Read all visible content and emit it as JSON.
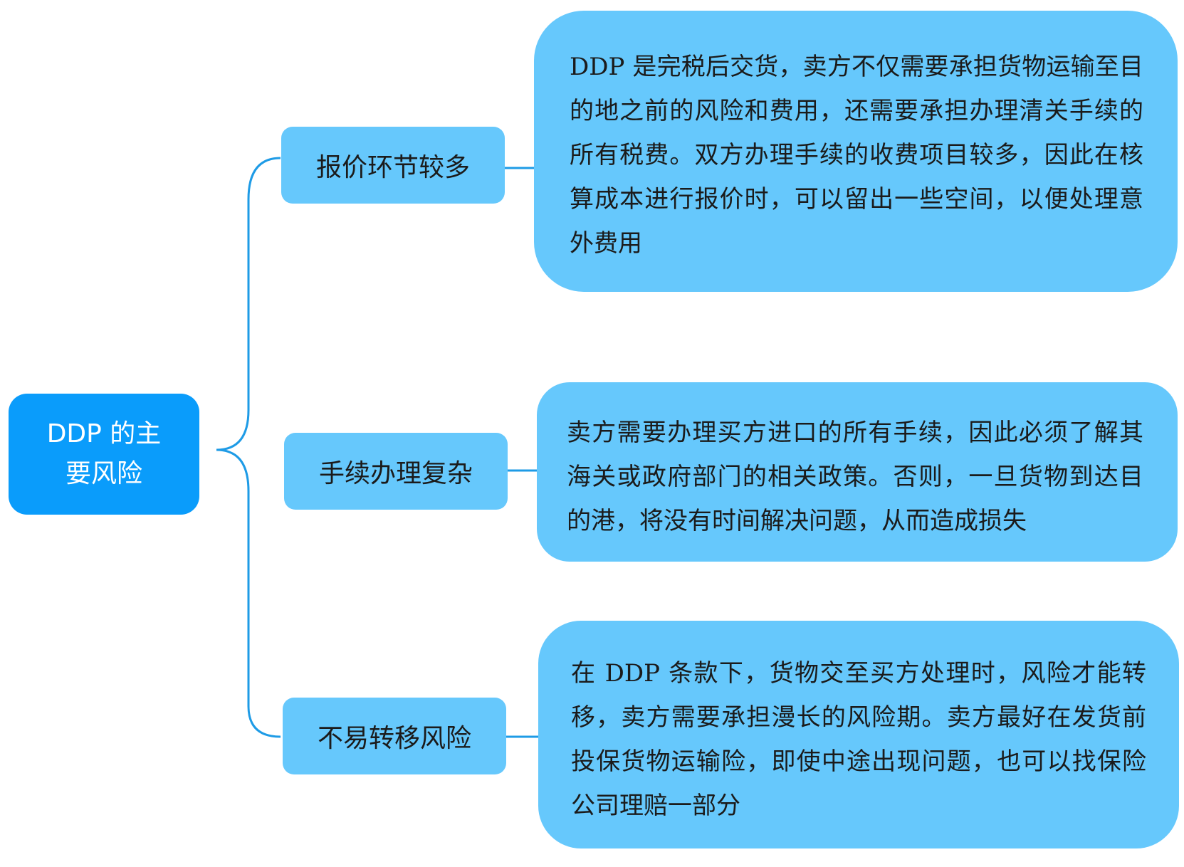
{
  "colors": {
    "root_fill": "#0a9cfb",
    "node_fill": "#66c8fc",
    "connector": "#1e9be6",
    "root_text": "#ffffff",
    "node_text": "#1b1b1b"
  },
  "root": {
    "line1": "DDP 的主",
    "line2": "要风险"
  },
  "branches": [
    {
      "label": "报价环节较多",
      "detail": "DDP 是完税后交货，卖方不仅需要承担货物运输至目的地之前的风险和费用，还需要承担办理清关手续的所有税费。双方办理手续的收费项目较多，因此在核算成本进行报价时，可以留出一些空间，以便处理意外费用"
    },
    {
      "label": "手续办理复杂",
      "detail": "卖方需要办理买方进口的所有手续，因此必须了解其海关或政府部门的相关政策。否则，一旦货物到达目的港，将没有时间解决问题，从而造成损失"
    },
    {
      "label": "不易转移风险",
      "detail": "在 DDP 条款下，货物交至买方处理时，风险才能转移，卖方需要承担漫长的风险期。卖方最好在发货前投保货物运输险，即使中途出现问题，也可以找保险公司理赔一部分"
    }
  ]
}
